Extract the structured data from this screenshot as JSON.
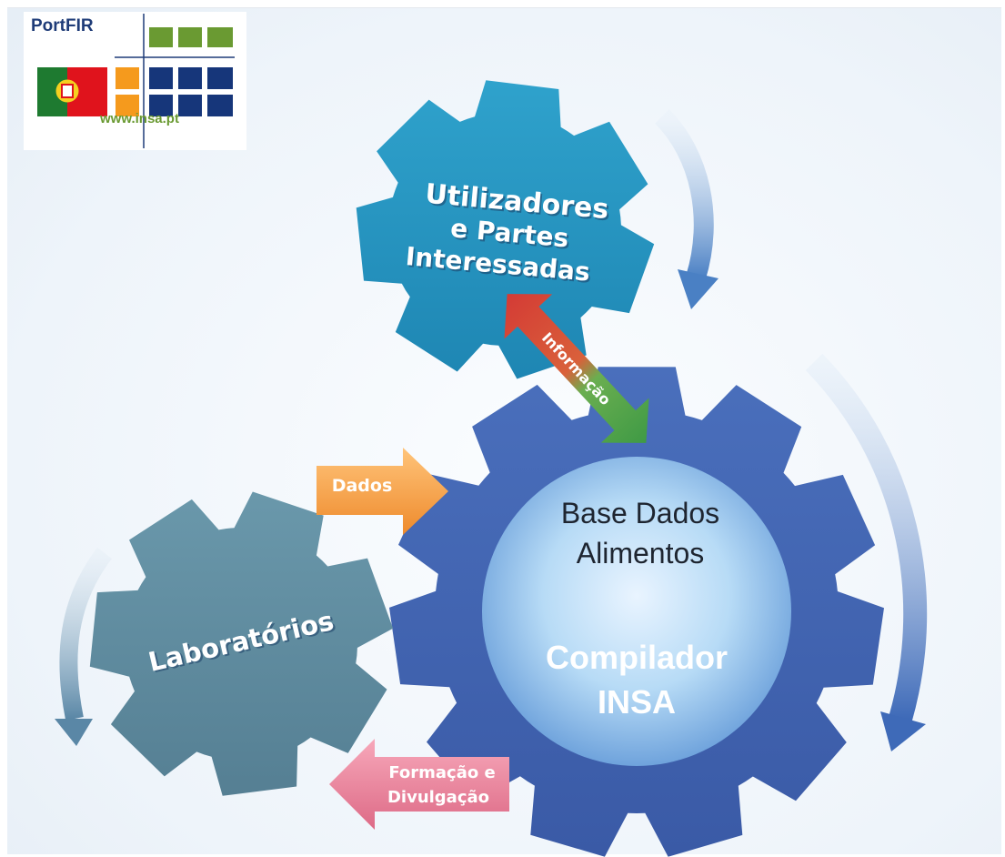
{
  "logo": {
    "title": "PortFIR",
    "url": "www.insa.pt"
  },
  "gears": {
    "top": {
      "line1": "Utilizadores",
      "line2": "e Partes",
      "line3": "Interessadas"
    },
    "left": {
      "label": "Laboratórios"
    },
    "core": {
      "line1": "Base Dados",
      "line2": "Alimentos",
      "line3": "Compilador",
      "line4": "INSA"
    }
  },
  "arrows": {
    "data": "Dados",
    "info": "Informação",
    "training_line1": "Formação e",
    "training_line2": "Divulgação"
  },
  "colors": {
    "top_gear": "#2a9bc6",
    "left_gear": "#5f8ea3",
    "main_gear": "#4668b6",
    "core": "#a9d2f2",
    "data_arrow": "#f4a24a",
    "training_arrow": "#e57e96",
    "info_arrow_red": "#d9453d",
    "info_arrow_green": "#59a54a",
    "logo_blue": "#1f3c78",
    "logo_green": "#6a9a32",
    "logo_orange": "#f59a1d"
  }
}
